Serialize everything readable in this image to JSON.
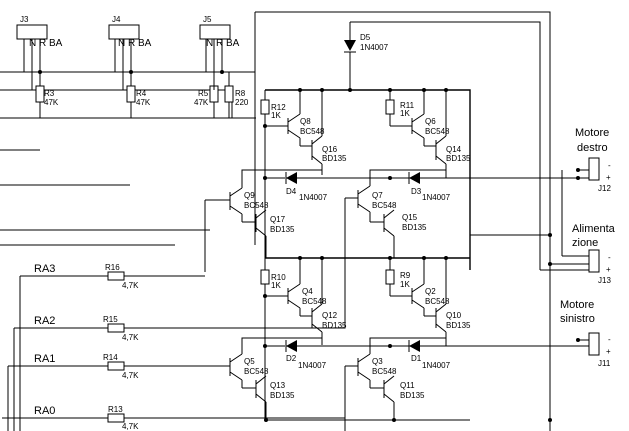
{
  "connectors_top": [
    {
      "ref": "J3",
      "pins": "N R BA"
    },
    {
      "ref": "J4",
      "pins": "N R BA"
    },
    {
      "ref": "J5",
      "pins": "N R BA"
    }
  ],
  "resistors": [
    {
      "ref": "R3",
      "value": "47K"
    },
    {
      "ref": "R4",
      "value": "47K"
    },
    {
      "ref": "R5",
      "value": "47K"
    },
    {
      "ref": "R8",
      "value": "220"
    },
    {
      "ref": "R12",
      "value": "1K"
    },
    {
      "ref": "R11",
      "value": "1K"
    },
    {
      "ref": "R10",
      "value": "1K"
    },
    {
      "ref": "R9",
      "value": "1K"
    },
    {
      "ref": "R16",
      "value": "4,7K"
    },
    {
      "ref": "R15",
      "value": "4,7K"
    },
    {
      "ref": "R14",
      "value": "4,7K"
    },
    {
      "ref": "R13",
      "value": "4,7K"
    }
  ],
  "diodes": [
    {
      "ref": "D5",
      "value": "1N4007"
    },
    {
      "ref": "D4",
      "value": "1N4007"
    },
    {
      "ref": "D3",
      "value": "1N4007"
    },
    {
      "ref": "D2",
      "value": "1N4007"
    },
    {
      "ref": "D1",
      "value": "1N4007"
    }
  ],
  "transistors": [
    {
      "ref": "Q8",
      "value": "BC548"
    },
    {
      "ref": "Q16",
      "value": "BD135"
    },
    {
      "ref": "Q6",
      "value": "BC548"
    },
    {
      "ref": "Q14",
      "value": "BD135"
    },
    {
      "ref": "Q9",
      "value": "BC548"
    },
    {
      "ref": "Q17",
      "value": "BD135"
    },
    {
      "ref": "Q7",
      "value": "BC548"
    },
    {
      "ref": "Q15",
      "value": "BD135"
    },
    {
      "ref": "Q4",
      "value": "BC548"
    },
    {
      "ref": "Q12",
      "value": "BD135"
    },
    {
      "ref": "Q2",
      "value": "BC548"
    },
    {
      "ref": "Q10",
      "value": "BD135"
    },
    {
      "ref": "Q5",
      "value": "BC548"
    },
    {
      "ref": "Q13",
      "value": "BD135"
    },
    {
      "ref": "Q3",
      "value": "BC548"
    },
    {
      "ref": "Q11",
      "value": "BD135"
    }
  ],
  "inputs": [
    "RA3",
    "RA2",
    "RA1",
    "RA0"
  ],
  "connectors_right": [
    {
      "ref": "J12",
      "title_line1": "Motore",
      "title_line2": "destro"
    },
    {
      "ref": "J13",
      "title_line1": "Alimenta",
      "title_line2": "zione"
    },
    {
      "ref": "J11",
      "title_line1": "Motore",
      "title_line2": "sinistro"
    }
  ],
  "polarity": {
    "minus": "-",
    "plus": "+"
  }
}
